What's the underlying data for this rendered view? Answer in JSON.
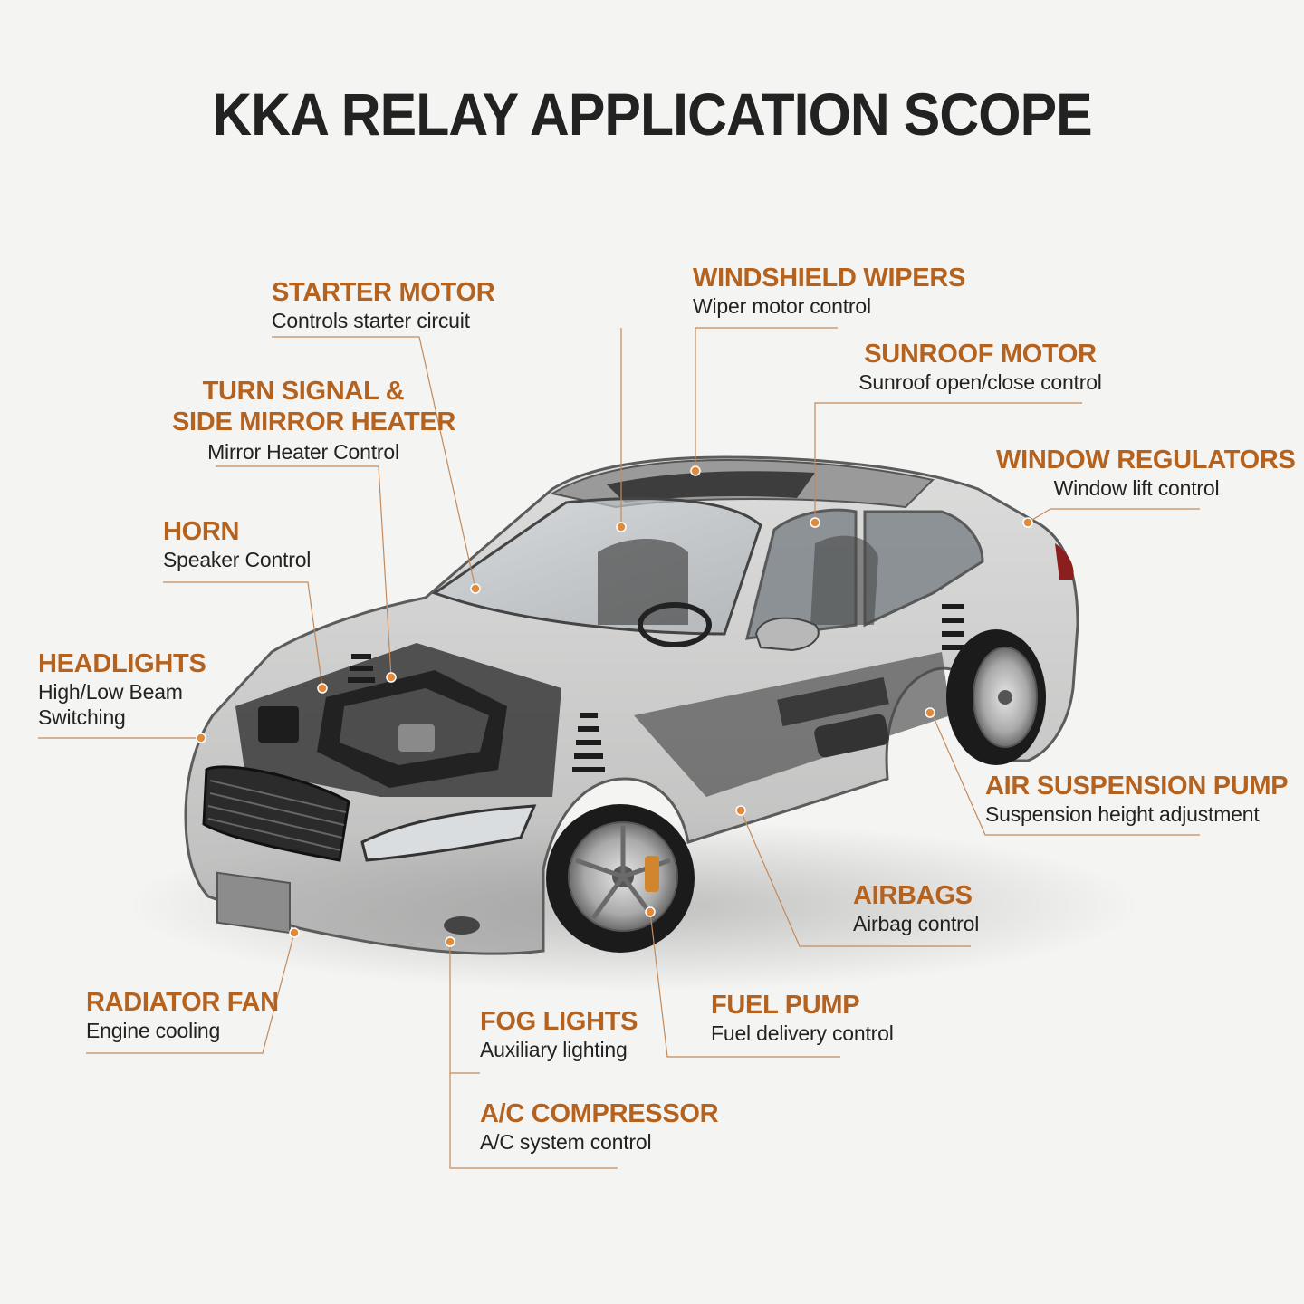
{
  "title": "KKA RELAY APPLICATION SCOPE",
  "colors": {
    "accent": "#b5621f",
    "text": "#222222",
    "dot": "#e08a3c",
    "background": "#f4f4f3"
  },
  "callouts": [
    {
      "heading": "STARTER MOTOR",
      "desc": "Controls starter circuit"
    },
    {
      "heading_line1": "TURN SIGNAL &",
      "heading_line2": "SIDE MIRROR HEATER",
      "desc": "Mirror Heater Control"
    },
    {
      "heading": "HORN",
      "desc": "Speaker Control"
    },
    {
      "heading": "HEADLIGHTS",
      "desc_line1": "High/Low Beam",
      "desc_line2": "Switching"
    },
    {
      "heading": "RADIATOR FAN",
      "desc": "Engine cooling"
    },
    {
      "heading": "FOG LIGHTS",
      "desc": "Auxiliary lighting"
    },
    {
      "heading": "A/C COMPRESSOR",
      "desc": "A/C system control"
    },
    {
      "heading": "FUEL PUMP",
      "desc": "Fuel delivery control"
    },
    {
      "heading": "AIRBAGS",
      "desc": "Airbag control"
    },
    {
      "heading": "AIR SUSPENSION PUMP",
      "desc": "Suspension height adjustment"
    },
    {
      "heading": "WINDOW REGULATORS",
      "desc": "Window lift control"
    },
    {
      "heading": "SUNROOF MOTOR",
      "desc": "Sunroof open/close control"
    },
    {
      "heading": "WINDSHIELD WIPERS",
      "desc": "Wiper motor control"
    }
  ]
}
